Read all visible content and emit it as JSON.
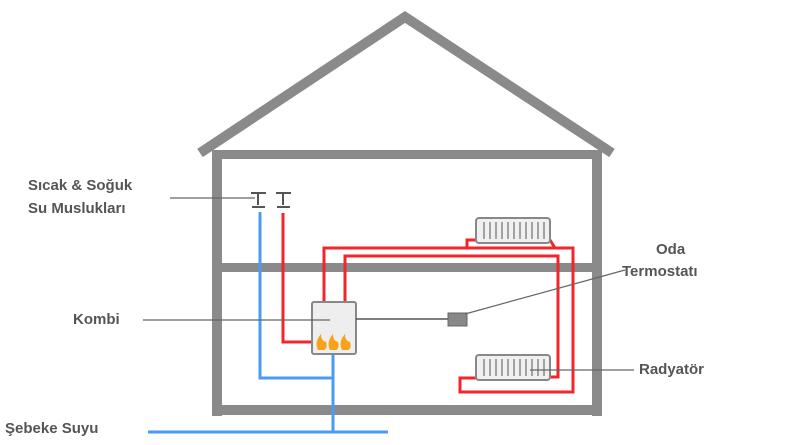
{
  "labels": {
    "taps_line1": "Sıcak & Soğuk",
    "taps_line2": "Su Muslukları",
    "boiler": "Kombi",
    "thermostat_line1": "Oda",
    "thermostat_line2": "Termostatı",
    "radiator": "Radyatör",
    "mains": "Şebeke Suyu"
  },
  "colors": {
    "hot": "#f2252b",
    "cold": "#4a9bf5",
    "wall": "#8a8a8a",
    "leader": "#666666"
  }
}
